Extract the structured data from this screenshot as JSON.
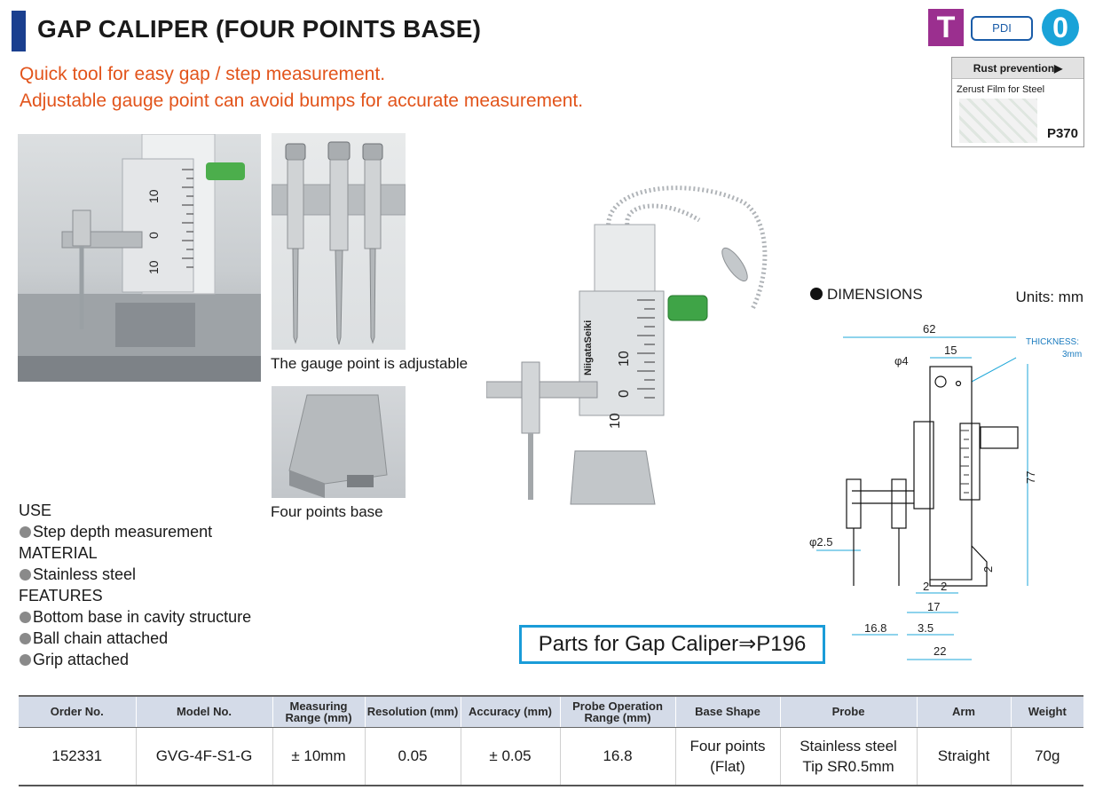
{
  "header": {
    "title": "GAP CALIPER (FOUR POINTS BASE)",
    "badges": {
      "t": "T",
      "pdi": "PDI",
      "zero": "0"
    }
  },
  "rust_box": {
    "heading": "Rust prevention",
    "arrow": "▶",
    "product": "Zerust Film for Steel",
    "page": "P370"
  },
  "taglines": [
    "Quick tool for easy gap / step measurement.",
    "Adjustable gauge point can avoid bumps for accurate measurement."
  ],
  "photos": {
    "caption_adjustable": "The gauge point is adjustable",
    "caption_base": "Four points base"
  },
  "specs": {
    "use_head": "USE",
    "use_items": [
      "Step depth measurement"
    ],
    "material_head": "MATERIAL",
    "material_items": [
      "Stainless steel"
    ],
    "features_head": "FEATURES",
    "features_items": [
      "Bottom base in cavity structure",
      "Ball chain attached",
      "Grip attached"
    ]
  },
  "dimensions": {
    "heading": "DIMENSIONS",
    "units": "Units: mm",
    "width_total": "62",
    "width_top": "15",
    "hole": "φ4",
    "thickness_label": "THICKNESS:",
    "thickness_value": "3mm",
    "height": "77",
    "probe_dia": "φ2.5",
    "step": "2",
    "base_a": "2",
    "base_b": "2",
    "base_c": "17",
    "offset": "16.8",
    "small": "3.5",
    "base_width": "22"
  },
  "parts_link": "Parts for Gap Caliper⇒P196",
  "table": {
    "headers": [
      "Order No.",
      "Model No.",
      "Measuring Range (mm)",
      "Resolution (mm)",
      "Accuracy (mm)",
      "Probe Operation Range (mm)",
      "Base Shape",
      "Probe",
      "Arm",
      "Weight"
    ],
    "row": {
      "order_no": "152331",
      "model_no": "GVG-4F-S1-G",
      "range": "± 10mm",
      "resolution": "0.05",
      "accuracy": "± 0.05",
      "probe_range": "16.8",
      "base_shape_1": "Four points",
      "base_shape_2": "(Flat)",
      "probe_1": "Stainless steel",
      "probe_2": "Tip SR0.5mm",
      "arm": "Straight",
      "weight": "70g"
    }
  },
  "brand_mark": "NiigataSeiki",
  "scale_marks": [
    "10",
    "0",
    "10"
  ]
}
